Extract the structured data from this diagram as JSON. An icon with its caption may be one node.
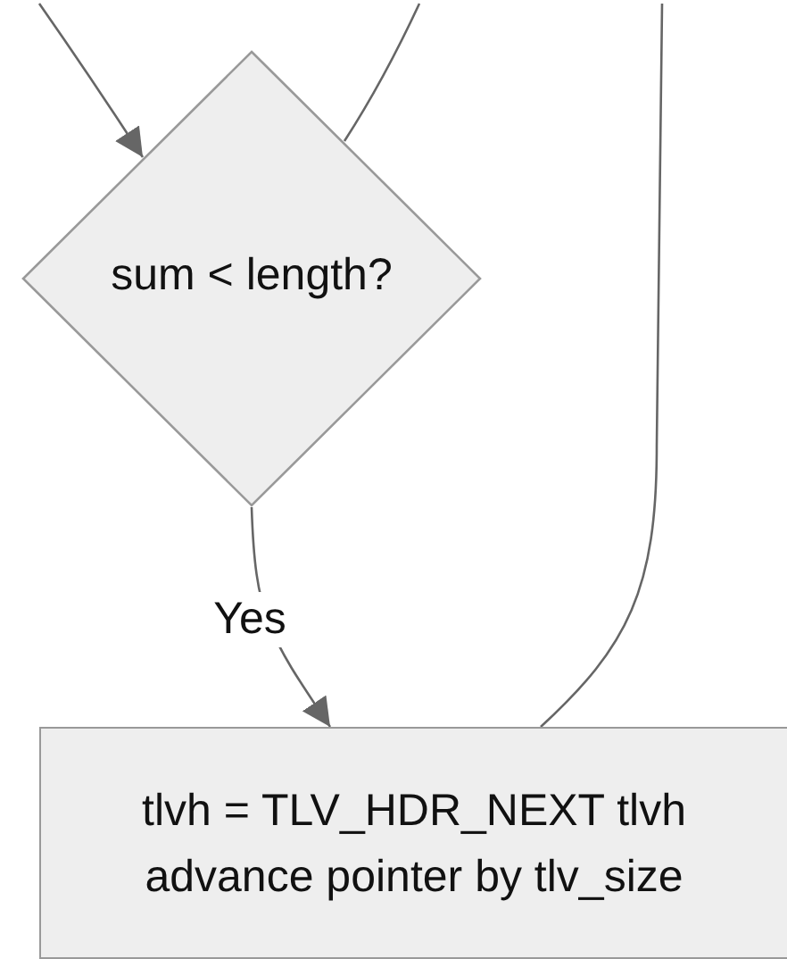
{
  "diagram": {
    "nodes": [
      {
        "text": [
          "sum < length?"
        ]
      },
      {
        "text": [
          "tlvh = TLV_HDR_NEXT tlvh advance pointer by tlv_size"
        ]
      }
    ],
    "edges": [
      {
        "from": null,
        "to": 0,
        "arrow": "to"
      },
      {
        "from": 0,
        "to": null,
        "arrow": "none"
      },
      {
        "from": 0,
        "to": 1,
        "label": "Yes",
        "arrow": "to"
      },
      {
        "from": 1,
        "to": null,
        "arrow": "none"
      }
    ]
  }
}
